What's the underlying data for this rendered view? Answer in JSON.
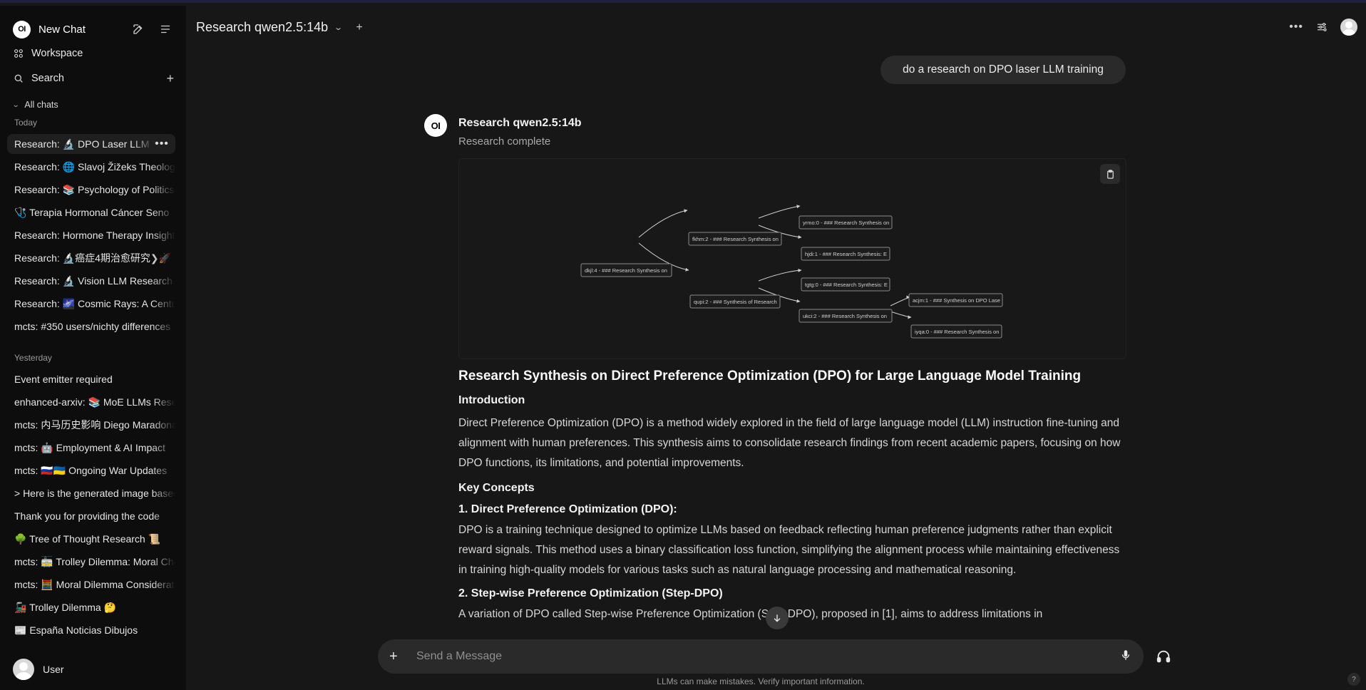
{
  "sidebar": {
    "app_title": "New Chat",
    "workspace_label": "Workspace",
    "search_label": "Search",
    "all_chats_label": "All chats",
    "section_today": "Today",
    "section_yesterday": "Yesterday",
    "today_chats": [
      "Research: 🔬 DPO Laser LLM Training",
      "Research: 🌐 Slavoj Žižeks Theology",
      "Research: 📚 Psychology of Politics",
      "🩺 Terapia Hormonal Cáncer Seno",
      "Research: Hormone Therapy Insights",
      "Research: 🔬癌症4期治愈研究❯🚀",
      "Research: 🔬 Vision LLM Research",
      "Research: 🌌 Cosmic Rays: A Century",
      "mcts: #350 users/nichty differences"
    ],
    "yesterday_chats": [
      "Event emitter required",
      "enhanced-arxiv: 📚 MoE LLMs Research",
      "mcts: 内马历史影响 Diego Maradona",
      "mcts: 🤖 Employment & AI Impact",
      "mcts: 🇷🇺🇺🇦 Ongoing War Updates",
      "> Here is the generated image based",
      "Thank you for providing the code",
      "🌳 Tree of Thought Research 📜",
      "mcts: 🚋 Trolley Dilemma: Moral Choice",
      "mcts: 🧮 Moral Dilemma Considerations",
      "🚂 Trolley Dilemma 🤔",
      "📰 España Noticias Dibujos"
    ],
    "user_name": "User"
  },
  "header": {
    "model_title": "Research qwen2.5:14b"
  },
  "conversation": {
    "user_message": "do a research on DPO laser LLM training",
    "bot_name": "Research qwen2.5:14b",
    "bot_status": "Research complete",
    "graph_nodes": {
      "root": "dkjl:4 - ### Research Synthesis on",
      "a": "fkhm:2 - ### Research Synthesis on",
      "b": "qupi:2 - ### Synthesis of Research",
      "a1": "yrmo:0 - ### Research Synthesis on",
      "a2": "hjdi:1 - ### Research Synthesis: E",
      "b1": "tgtg:0 - ### Research Synthesis: E",
      "b2": "ukci:2 - ### Research Synthesis on",
      "b2a": "acjm:1 - ### Synthesis on DPO Lase",
      "b2b": "iyqa:0 - ### Research Synthesis on"
    },
    "article": {
      "title": "Research Synthesis on Direct Preference Optimization (DPO) for Large Language Model Training",
      "intro_heading": "Introduction",
      "intro_text": "Direct Preference Optimization (DPO) is a method widely explored in the field of large language model (LLM) instruction fine-tuning and alignment with human preferences. This synthesis aims to consolidate research findings from recent academic papers, focusing on how DPO functions, its limitations, and potential improvements.",
      "key_heading": "Key Concepts",
      "sub1_heading": "1. Direct Preference Optimization (DPO):",
      "sub1_text": "DPO is a training technique designed to optimize LLMs based on feedback reflecting human preference judgments rather than explicit reward signals. This method uses a binary classification loss function, simplifying the alignment process while maintaining effectiveness in training high-quality models for various tasks such as natural language processing and mathematical reasoning.",
      "sub2_heading": "2. Step-wise Preference Optimization (Step-DPO)",
      "sub2_text": "A variation of DPO called Step-wise Preference Optimization (Step-DPO), proposed in [1], aims to address limitations in"
    }
  },
  "composer": {
    "placeholder": "Send a Message",
    "disclaimer": "LLMs can make mistakes. Verify important information.",
    "help_label": "?"
  },
  "icons": {
    "logo": "OI",
    "new_chat": "pencil-square-icon",
    "sidebar_toggle": "menu-lines-icon",
    "workspace": "grid-icon",
    "search": "search-icon",
    "add": "plus-icon",
    "more": "ellipsis-icon",
    "controls": "sliders-icon",
    "copy": "clipboard-icon",
    "scroll": "arrow-down-icon",
    "mic": "microphone-icon",
    "voice": "headphones-icon"
  }
}
